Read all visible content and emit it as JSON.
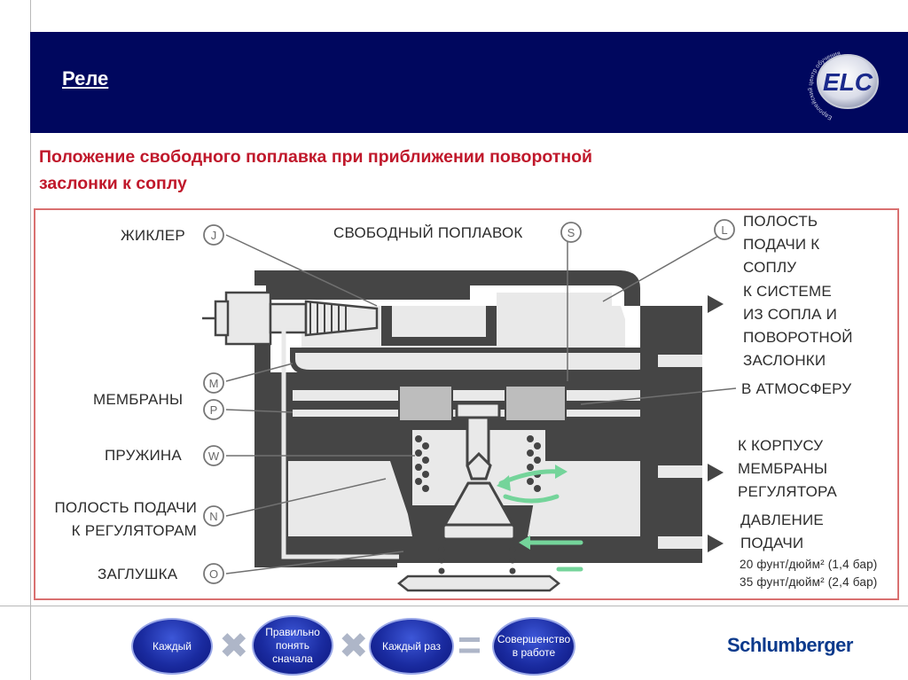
{
  "header": {
    "title": "Реле",
    "logo_text": "ELC",
    "logo_ring_text": "Европейский центр обучения"
  },
  "subtitle": {
    "line1": "Положение свободного поплавка при приближении поворотной",
    "line2": "заслонки к соплу"
  },
  "diagram": {
    "labels": {
      "jet": "ЖИКЛЕР",
      "free_float": "СВОБОДНЫЙ ПОПЛАВОК",
      "membranes": "МЕМБРАНЫ",
      "spring": "ПРУЖИНА",
      "supply_cavity_line1": "ПОЛОСТЬ ПОДАЧИ",
      "supply_cavity_line2": "К РЕГУЛЯТОРАМ",
      "plug": "ЗАГЛУШКА",
      "nozzle_cavity_line1": "ПОЛОСТЬ",
      "nozzle_cavity_line2": "ПОДАЧИ К",
      "nozzle_cavity_line3": "СОПЛУ",
      "to_system_line1": "К СИСТЕМЕ",
      "to_system_line2": "ИЗ СОПЛА И",
      "to_system_line3": "ПОВОРОТНОЙ",
      "to_system_line4": "ЗАСЛОНКИ",
      "to_atmosphere": "В АТМОСФЕРУ",
      "to_body_line1": "К КОРПУСУ",
      "to_body_line2": "МЕМБРАНЫ",
      "to_body_line3": "РЕГУЛЯТОРА",
      "pressure_line1": "ДАВЛЕНИЕ",
      "pressure_line2": "ПОДАЧИ",
      "pressure_value1": "20 фунт/дюйм² (1,4 бар)",
      "pressure_value2": "35 фунт/дюйм² (2,4 бар)"
    },
    "markers": {
      "J": "J",
      "S": "S",
      "L": "L",
      "M": "M",
      "P": "P",
      "W": "W",
      "N": "N",
      "O": "O"
    }
  },
  "footer": {
    "pill1": "Каждый",
    "pill2_line1": "Правильно",
    "pill2_line2": "понять",
    "pill2_line3": "сначала",
    "pill3": "Каждый раз",
    "pill4_line1": "Совершенство",
    "pill4_line2": "в работе",
    "brand": "Schlumberger"
  },
  "colors": {
    "header_bg": "#00075e",
    "subtitle": "#c0182b",
    "frame_border": "#d97070",
    "diagram_dark": "#454545",
    "diagram_light": "#e9e9e9",
    "flow_arrows": "#74d49a",
    "brand": "#0b3a8c"
  }
}
